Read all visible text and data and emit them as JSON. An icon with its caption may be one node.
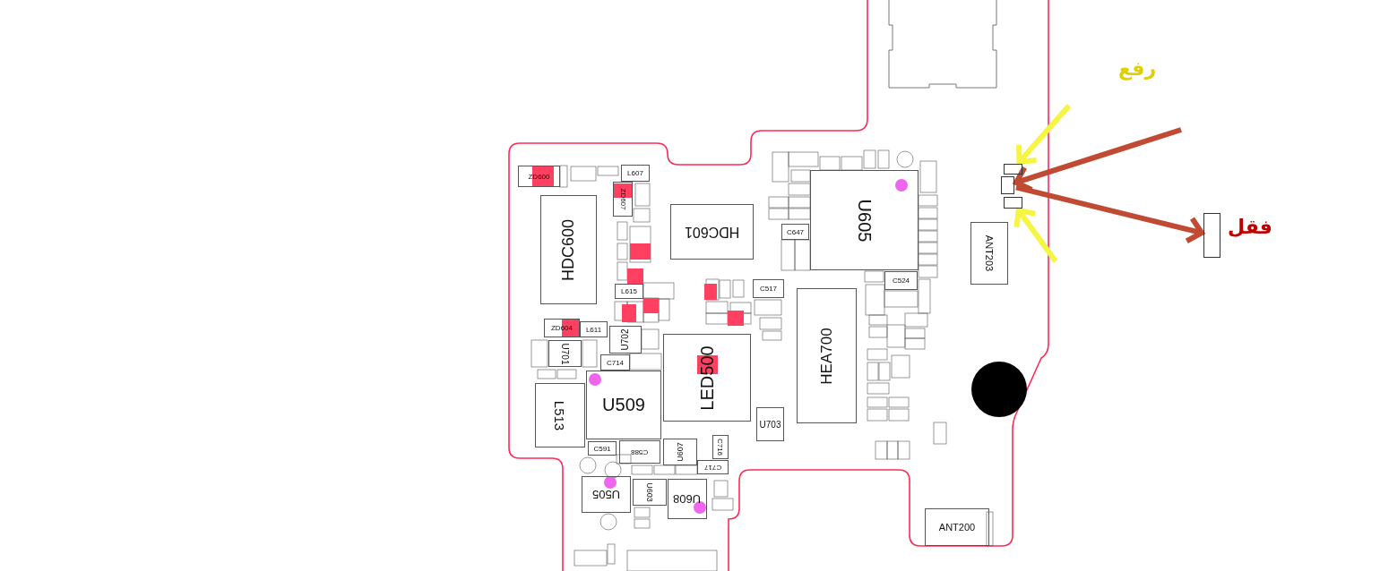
{
  "diagram": {
    "nodes": [
      {
        "text": [
          "ZD600"
        ]
      },
      {
        "text": [
          "L607"
        ]
      },
      {
        "text": [
          "ZD607"
        ]
      },
      {
        "text": [
          "HDC600"
        ]
      },
      {
        "text": [
          "HDC601"
        ]
      },
      {
        "text": [
          "C647"
        ]
      },
      {
        "text": [
          "U605"
        ]
      },
      {
        "text": [
          "L615"
        ]
      },
      {
        "text": [
          "C517"
        ]
      },
      {
        "text": [
          "C524"
        ]
      },
      {
        "text": [
          "HEA700"
        ]
      },
      {
        "text": [
          "ZD604"
        ]
      },
      {
        "text": [
          "L611"
        ]
      },
      {
        "text": [
          "U702"
        ]
      },
      {
        "text": [
          "U701"
        ]
      },
      {
        "text": [
          "C714"
        ]
      },
      {
        "text": [
          "LED500"
        ]
      },
      {
        "text": [
          "U509"
        ]
      },
      {
        "text": [
          "L513"
        ]
      },
      {
        "text": [
          "U703"
        ]
      },
      {
        "text": [
          "C591"
        ]
      },
      {
        "text": [
          "C588"
        ]
      },
      {
        "text": [
          "U607"
        ]
      },
      {
        "text": [
          "C716"
        ]
      },
      {
        "text": [
          "C717"
        ]
      },
      {
        "text": [
          "U505"
        ]
      },
      {
        "text": [
          "U603"
        ]
      },
      {
        "text": [
          "U608"
        ]
      },
      {
        "text": [
          "ANT203"
        ]
      },
      {
        "text": [
          "ANT200"
        ]
      },
      {
        "text": [],
        "shape": "box"
      },
      {
        "text": [],
        "shape": "box"
      },
      {
        "text": [],
        "shape": "box"
      },
      {
        "text": [],
        "shape": "box",
        "beside": [
          "فقل"
        ]
      }
    ],
    "edges": [
      {
        "from": null,
        "to": 30,
        "arrow": "to",
        "color": "#f5f542"
      },
      {
        "from": null,
        "to": 32,
        "arrow": "to",
        "color": "#f5f542"
      },
      {
        "from": null,
        "to": 31,
        "arrow": "to",
        "color": "#c04a32"
      },
      {
        "from": 31,
        "to": 33,
        "arrow": "to",
        "color": "#c04a32"
      }
    ],
    "labels": [
      "رفع"
    ]
  }
}
